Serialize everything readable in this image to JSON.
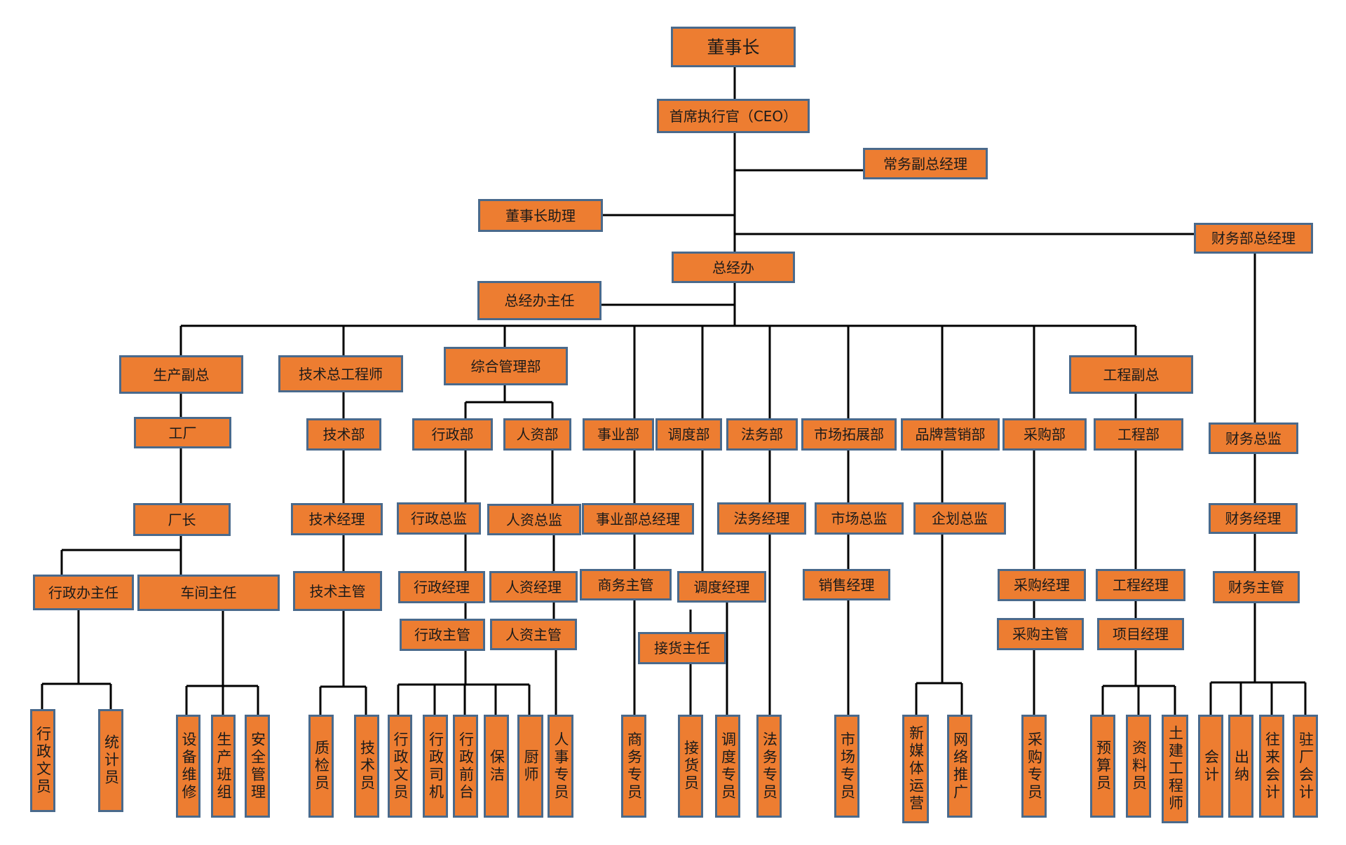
{
  "colors": {
    "box_fill": "#ED7D31",
    "box_border": "#4A6A8C",
    "line": "#000000"
  },
  "nodes": {
    "chairman": "董事长",
    "ceo": "首席执行官（CEO）",
    "exec_vp": "常务副总经理",
    "chairman_asst": "董事长助理",
    "finance_gm": "财务部总经理",
    "gm_office": "总经办",
    "gm_office_dir": "总经办主任",
    "prod_vp": "生产副总",
    "factory": "工厂",
    "factory_mgr": "厂长",
    "admin_office_dir": "行政办主任",
    "workshop_dir": "车间主任",
    "admin_clerk_f": "行政文员",
    "statistician": "统计员",
    "equip_maint": "设备维修",
    "prod_team": "生产班组",
    "safety_mgmt": "安全管理",
    "chief_engineer": "技术总工程师",
    "tech_dept": "技术部",
    "tech_mgr": "技术经理",
    "tech_supervisor": "技术主管",
    "qc": "质检员",
    "technician": "技术员",
    "general_mgmt": "综合管理部",
    "admin_dept": "行政部",
    "hr_dept": "人资部",
    "admin_director": "行政总监",
    "admin_mgr": "行政经理",
    "admin_supervisor": "行政主管",
    "hr_director": "人资总监",
    "hr_mgr": "人资经理",
    "hr_supervisor": "人资主管",
    "admin_clerk": "行政文员",
    "admin_driver": "行政司机",
    "admin_reception": "行政前台",
    "cleaner": "保洁",
    "chef": "厨师",
    "hr_specialist": "人事专员",
    "business_dept": "事业部",
    "business_gm": "事业部总经理",
    "biz_supervisor": "商务主管",
    "biz_specialist": "商务专员",
    "dispatch_dept": "调度部",
    "dispatch_mgr": "调度经理",
    "receiving_supervisor": "接货主任",
    "receiver": "接货员",
    "dispatch_specialist": "调度专员",
    "legal_dept": "法务部",
    "legal_mgr": "法务经理",
    "legal_specialist": "法务专员",
    "market_dept": "市场拓展部",
    "market_director": "市场总监",
    "sales_mgr": "销售经理",
    "market_specialist": "市场专员",
    "brand_dept": "品牌营销部",
    "planning_director": "企划总监",
    "new_media": "新媒体运营",
    "online_promo": "网络推广",
    "purchase_dept": "采购部",
    "purchase_mgr": "采购经理",
    "purchase_supervisor": "采购主管",
    "purchase_specialist": "采购专员",
    "eng_vp": "工程副总",
    "eng_dept": "工程部",
    "eng_mgr": "工程经理",
    "project_mgr": "项目经理",
    "budget_clerk": "预算员",
    "data_clerk": "资料员",
    "civil_engineer": "土建工程师",
    "finance_director": "财务总监",
    "finance_mgr": "财务经理",
    "finance_supervisor": "财务主管",
    "accountant": "会计",
    "cashier": "出纳",
    "ar_ap_accountant": "往来会计",
    "onsite_accountant": "驻厂会计"
  }
}
